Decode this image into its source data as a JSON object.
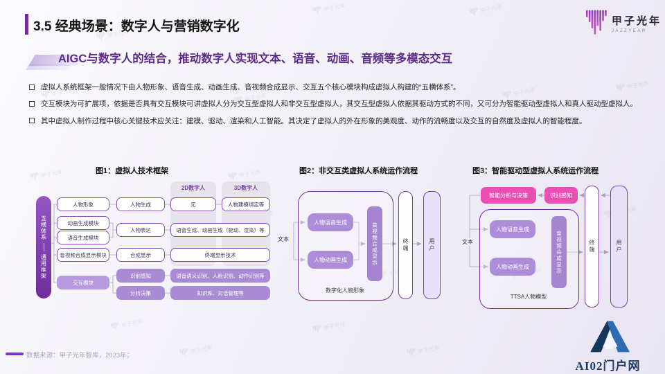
{
  "slide": {
    "section_title": "3.5 经典场景：数字人与营销数字化",
    "subtitle": "AIGC与数字人的结合，推动数字人实现文本、语音、动画、音频等多模态交互",
    "bullets": [
      "虚拟人系统框架一般情况下由人物形象、语音生成、动画生成、音视频合成显示、交互五个核心模块构成虚拟人构建的“五横体系”。",
      "交互模块为可扩展项，依据是否具有交互模块可讲虚拟人分为交互型虚拟人和非交互型虚拟人，其交互型虚拟人依据其驱动方式的不同，又可分为智能驱动型虚拟人和真人驱动型虚拟人。",
      "其中虚拟人制作过程中核心关键技术应关注：建模、驱动、渲染和人工智能。其决定了虚拟人的外在形象的美观度、动作的流畅度以及交互的自然度及虚拟人的智能程度。"
    ],
    "source": "数据来源：甲子光年智库，2023年；",
    "watermark": "甲子光年"
  },
  "brand": {
    "name": "甲子光年",
    "sub": "JAZZYEAR"
  },
  "partner": {
    "name": "AI02门户网"
  },
  "fig1": {
    "title": "图1：虚拟人技术框架",
    "side_top": "五横体系",
    "side_bottom": "通用框架",
    "col1": [
      "人物形象",
      "动画生成模块",
      "语音生成模块",
      "音视频合成显示模块",
      "交互模块"
    ],
    "col2": [
      "人物生成",
      "人物表达",
      "合成显示",
      "识别感知",
      "分析决策"
    ],
    "col_headers": [
      "2D数字人",
      "3D数字人"
    ],
    "cells": {
      "r1c1": "无",
      "r1c2": "人物建模绑定等",
      "r2": "语音生成、动画生成（驱动、渲染）等",
      "r3": "终端显示技术",
      "r4": "语音语义识别、人脸识别、动作识别等",
      "r5": "知识库、对话管理等"
    }
  },
  "fig2": {
    "title": "图2：非交互类虚拟人系统运作流程",
    "input": "文本",
    "gen1": "人物语音生成",
    "gen2": "人物动画生成",
    "merge": "音视频合成显示",
    "container_label": "数字化人物形象",
    "terminal": "终端",
    "user": "用户"
  },
  "fig3": {
    "title": "图3：智能驱动型虚拟人系统运作流程",
    "decision": "智能分析与决策",
    "recognition": "识别感知",
    "input": "文本",
    "gen1": "人物语音生成",
    "gen2": "人物动画生成",
    "merge": "音视频合成显示",
    "container_label": "TTSA人物模型",
    "terminal": "终端",
    "user": "用户"
  },
  "colors": {
    "accent_purple": "#6f2d9e",
    "module_purple": "#a98bd3",
    "pink": "#e94eb2",
    "light_purple": "#e9e1f8"
  }
}
